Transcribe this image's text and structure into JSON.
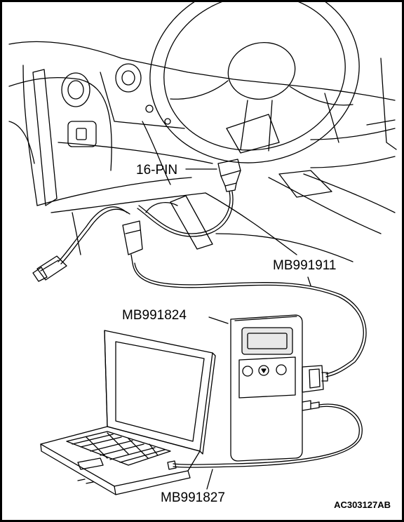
{
  "labels": {
    "connector": "16-PIN",
    "harness": "MB991911",
    "interface": "MB991824",
    "usb_cable": "MB991827"
  },
  "figure_code": "AC303127AB",
  "colors": {
    "line": "#000000",
    "background": "#ffffff",
    "screen": "#e8e8e8"
  }
}
